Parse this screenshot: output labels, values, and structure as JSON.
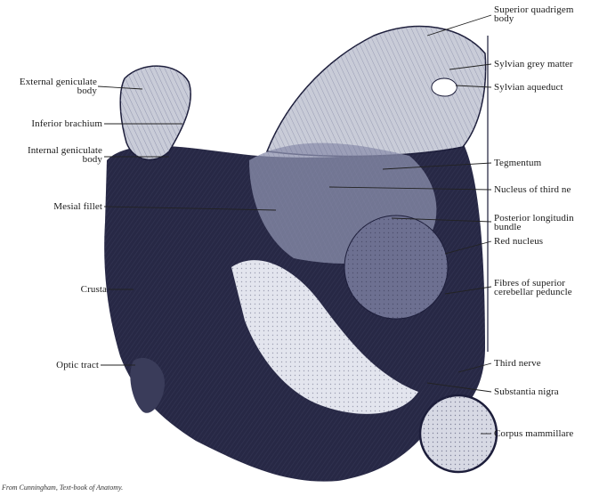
{
  "labels_left": [
    {
      "key": "external-geniculate-body",
      "text": "External geniculate\nbody"
    },
    {
      "key": "inferior-brachium",
      "text": "Inferior brachium"
    },
    {
      "key": "internal-geniculate-body",
      "text": "Internal geniculate\nbody"
    },
    {
      "key": "mesial-fillet",
      "text": "Mesial fillet"
    },
    {
      "key": "crusta",
      "text": "Crusta"
    },
    {
      "key": "optic-tract",
      "text": "Optic tract"
    }
  ],
  "labels_right": [
    {
      "key": "superior-quadrigeminal-body",
      "text": "Superior quadrigem\nbody"
    },
    {
      "key": "sylvian-grey-matter",
      "text": "Sylvian grey matter"
    },
    {
      "key": "sylvian-aqueduct",
      "text": "Sylvian aqueduct"
    },
    {
      "key": "tegmentum",
      "text": "Tegmentum"
    },
    {
      "key": "nucleus-of-third-nerve",
      "text": "Nucleus of third ne"
    },
    {
      "key": "posterior-longitudinal-bundle",
      "text": "Posterior longitudin\nbundle"
    },
    {
      "key": "red-nucleus",
      "text": "Red nucleus"
    },
    {
      "key": "fibres-of-superior-cerebellar-peduncle",
      "text": "Fibres of superior\ncerebellar peduncle"
    },
    {
      "key": "third-nerve",
      "text": "Third nerve"
    },
    {
      "key": "substantia-nigra",
      "text": "Substantia nigra"
    },
    {
      "key": "corpus-mammillare",
      "text": "Corpus mammillare"
    }
  ],
  "caption": "From Cunningham, Text-book of Anatomy.",
  "colors": {
    "ink": "#1c1d3a",
    "dark_mass": "#272845",
    "mid_tone": "#6d7091",
    "light_tone": "#c9ccd8",
    "paper": "#ffffff"
  }
}
